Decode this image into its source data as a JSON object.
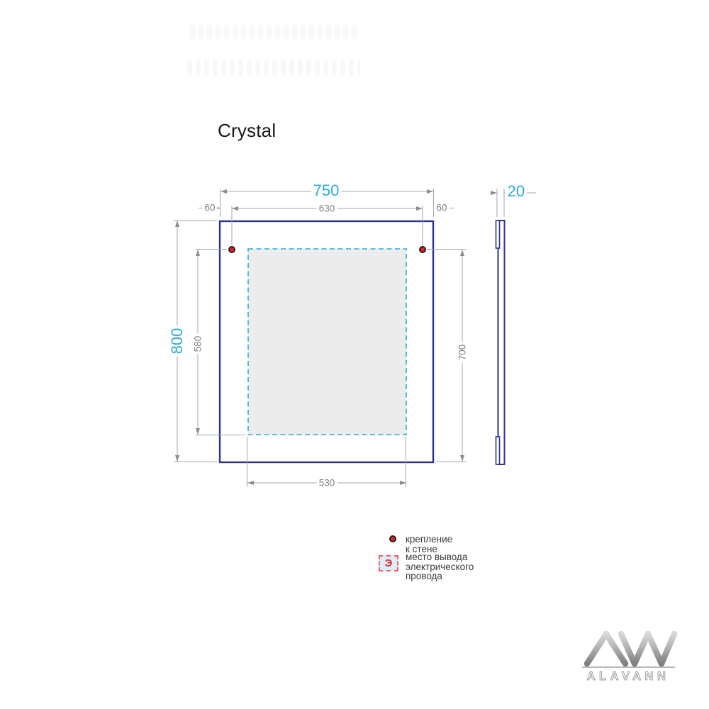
{
  "title": "Crystal",
  "dimensions": {
    "overall_width": "750",
    "mount_span": "630",
    "mount_offset_left": "60",
    "mount_offset_right": "60",
    "overall_height": "800",
    "led_zone_height": "580",
    "mount_to_bottom": "700",
    "led_zone_width": "530",
    "depth": "20"
  },
  "legend": {
    "mount_label": "крепление к стене",
    "wire_symbol": "Э",
    "wire_label_line1": "место вывода",
    "wire_label_line2": "электрического провода"
  },
  "logo": {
    "brand": "ALAVANN"
  },
  "colors": {
    "accent_cyan": "#29abe2",
    "outline_navy": "#2e3192",
    "marker_red": "#ed1c24",
    "dim_gray": "#808080"
  }
}
